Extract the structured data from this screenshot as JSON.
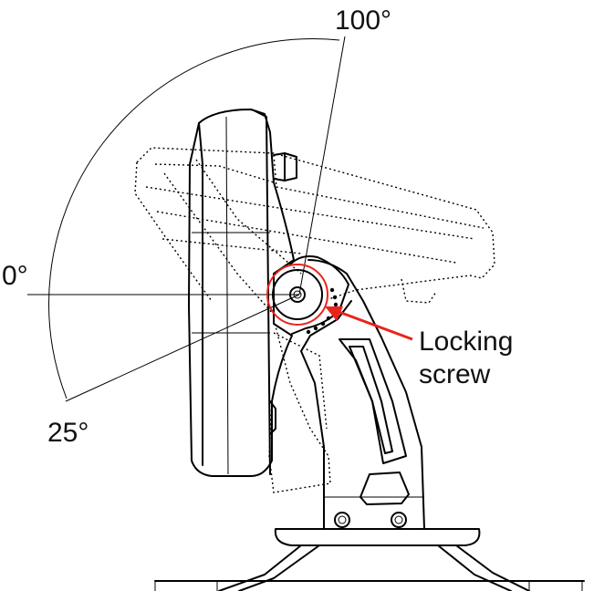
{
  "angles": {
    "top": "100°",
    "horizontal": "0°",
    "bottom": "25°"
  },
  "callout": {
    "line1": "Locking",
    "line2": "screw",
    "color": "#e8241c"
  }
}
